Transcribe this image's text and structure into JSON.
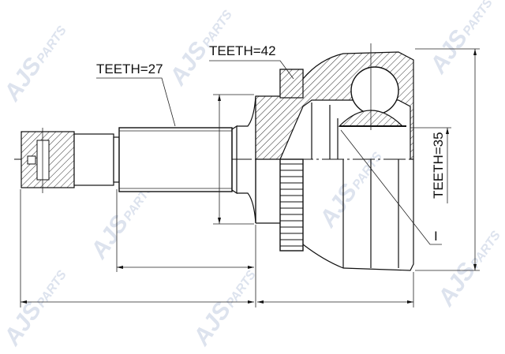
{
  "watermark": {
    "brand": "AJS",
    "sub": "PARTS"
  },
  "labels": {
    "teeth_shaft": "TEETH=27",
    "teeth_abs": "TEETH=42",
    "teeth_inner": "TEETH=35",
    "marker": "I"
  }
}
